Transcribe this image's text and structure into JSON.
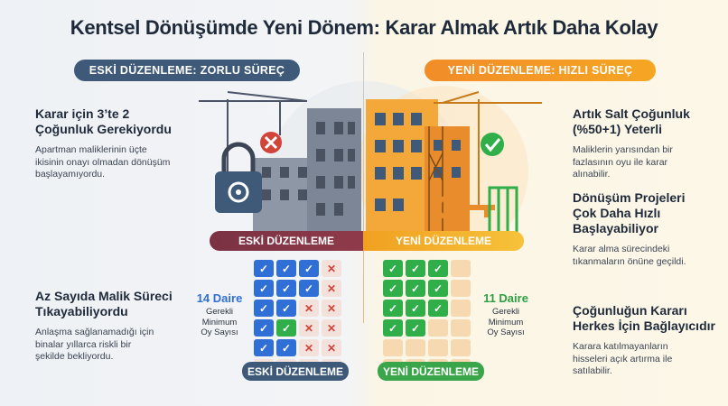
{
  "title": "Kentsel Dönüşümde Yeni Dönem: Karar Almak Artık Daha Kolay",
  "old": {
    "pill": "ESKİ DÜZENLEME: ZORLU SÜREÇ",
    "block1": {
      "heading_l1": "Karar için 3’te 2",
      "heading_l2": "Çoğunluk Gerekiyordu",
      "text_l1": "Apartman maliklerinin üçte",
      "text_l2": "ikisinin onayı olmadan dönüşüm",
      "text_l3": "başlayamıyordu."
    },
    "block2": {
      "heading_l1": "Az Sayıda Malik Süreci",
      "heading_l2": "Tıkayabiliyordu",
      "text_l1": "Anlaşma sağlanamadığı için",
      "text_l2": "binalar yıllarca riskli bir",
      "text_l3": "şekilde bekliyordu."
    },
    "ribbon": "ESKİ DÜZENLEME",
    "count": "14 Daire",
    "min_l1": "Gerekli",
    "min_l2": "Minimum",
    "min_l3": "Oy Sayısı",
    "bottom": "ESKİ DÜZENLEME",
    "grid": [
      "b",
      "b",
      "b",
      "x",
      "b",
      "b",
      "b",
      "x",
      "b",
      "b",
      "x",
      "x",
      "b",
      "g",
      "x",
      "x",
      "b",
      "b",
      "x",
      "x",
      "x",
      "x",
      "x",
      "x"
    ]
  },
  "new": {
    "pill": "YENİ DÜZENLEME: HIZLI SÜREÇ",
    "block1": {
      "heading_l1": "Artık Salt Çoğunluk",
      "heading_l2": "(%50+1) Yeterli",
      "text_l1": "Maliklerin yarısından bir",
      "text_l2": "fazlasının oyu ile karar",
      "text_l3": "alınabilir."
    },
    "block2": {
      "heading_l1": "Dönüşüm Projeleri",
      "heading_l2": "Çok Daha Hızlı",
      "heading_l3": "Başlayabiliyor",
      "text_l1": "Karar alma sürecindeki",
      "text_l2": "tıkanmaların önüne geçildi."
    },
    "block3": {
      "heading_l1": "Çoğunluğun Kararı",
      "heading_l2": "Herkes İçin Bağlayıcıdır",
      "text_l1": "Karara katılmayanların",
      "text_l2": "hisseleri açık artırma ile",
      "text_l3": "satılabilir."
    },
    "ribbon": "YENİ DÜZENLEME",
    "count": "11 Daire",
    "min_l1": "Gerekli",
    "min_l2": "Minimum",
    "min_l3": "Oy Sayısı",
    "bottom": "YENİ DÜZENLEME",
    "grid": [
      "g",
      "g",
      "g",
      "e",
      "g",
      "g",
      "g",
      "e",
      "g",
      "g",
      "g",
      "e",
      "g",
      "g",
      "e",
      "e",
      "e",
      "e",
      "e",
      "e",
      "e",
      "e",
      "e",
      "e"
    ]
  },
  "colors": {
    "old_accent": "#3e5a78",
    "new_accent": "#f28c28",
    "check_green": "#2fae4a",
    "vote_blue": "#2f6fd6",
    "cross_red": "#d0443a",
    "ribbon_maroon": "#7a3242"
  }
}
